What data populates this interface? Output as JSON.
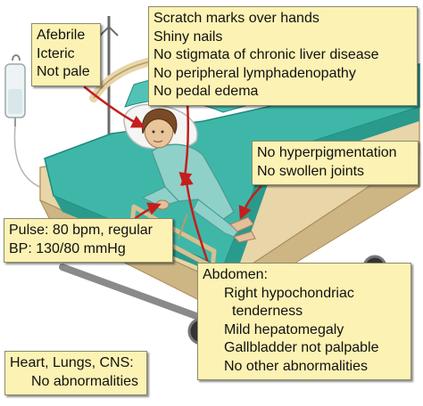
{
  "colors": {
    "note_fill": "#fcf2b4",
    "arrow": "#c41e1e",
    "mattress": "#3fb7a8",
    "bed_frame": "#e8d5a8",
    "gown": "#8fd1c9"
  },
  "notes": {
    "general": {
      "lines": [
        "Afebrile",
        "Icteric",
        "Not pale"
      ]
    },
    "hands": {
      "lines": [
        "Scratch marks over hands",
        "Shiny nails",
        "No stigmata of chronic liver disease",
        "No peripheral lymphadenopathy",
        "No pedal edema"
      ]
    },
    "skin": {
      "lines": [
        "No hyperpigmentation",
        "No swollen joints"
      ]
    },
    "vitals": {
      "lines": [
        "Pulse: 80 bpm, regular",
        "BP: 130/80 mmHg"
      ]
    },
    "abdomen": {
      "heading": "Abdomen:",
      "lines": [
        "Right hypochondriac",
        "tenderness",
        "Mild hepatomegaly",
        "Gallbladder not palpable",
        "No other abnormalities"
      ]
    },
    "systems": {
      "lines": [
        "Heart, Lungs, CNS:",
        "No abnormalities"
      ]
    }
  },
  "illustration": {
    "subject": "patient lying on hospital bed with IV drip"
  }
}
